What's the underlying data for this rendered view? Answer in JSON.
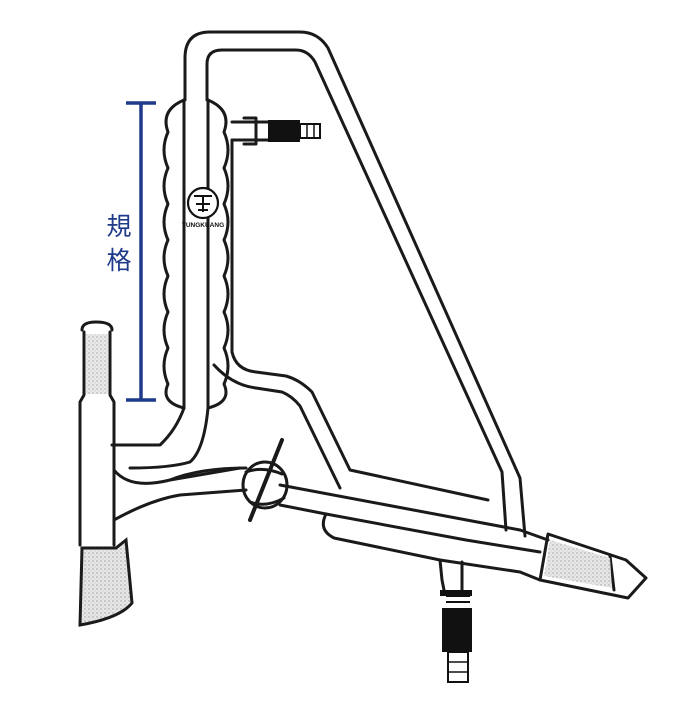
{
  "annotation": {
    "spec_label": [
      "規",
      "格"
    ],
    "bracket_color": "#1f3a8a"
  },
  "logo": {
    "text": "TUNGKUANG",
    "icon": "tungkuang-logo-icon"
  },
  "apparatus": {
    "name_icon": "distillation-receiver-glassware-icon",
    "ink_color": "#1a1a1a"
  }
}
